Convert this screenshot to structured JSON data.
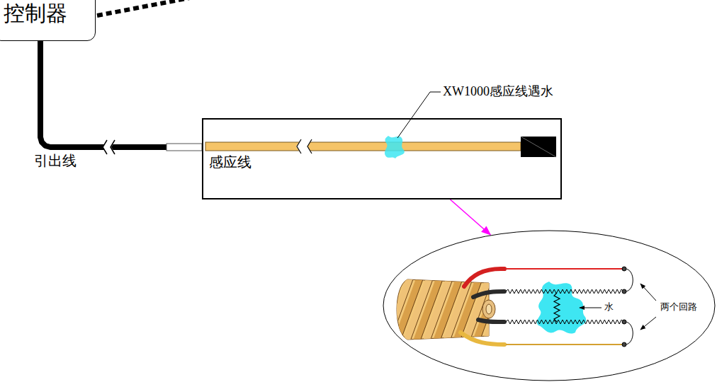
{
  "diagram": {
    "nodes": [
      {
        "text": [
          "控制器"
        ]
      },
      {
        "text": [
          "感应线"
        ]
      },
      {
        "text": [
          "水",
          "两个回路"
        ]
      }
    ],
    "edges": [
      {
        "from": 0,
        "to": 1,
        "arrow": "none",
        "label": "引出线"
      },
      {
        "from": 1,
        "to": 2,
        "arrow": "to"
      }
    ],
    "labels": [
      "XW1000感应线遇水"
    ]
  }
}
